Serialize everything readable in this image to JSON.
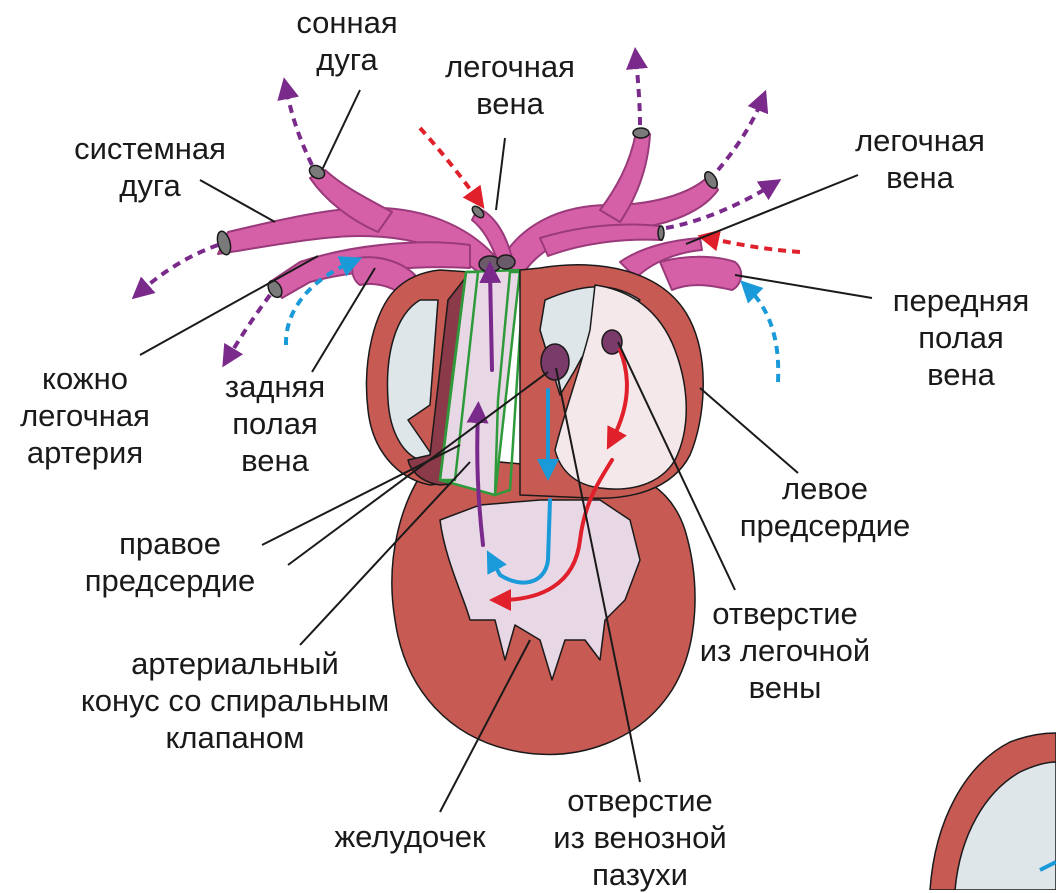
{
  "labels": {
    "carotid_arch": [
      "сонная",
      "дуга"
    ],
    "pulmonary_vein_top": [
      "легочная",
      "вена"
    ],
    "systemic_arch": [
      "системная",
      "дуга"
    ],
    "pulmonary_vein_right": [
      "легочная",
      "вена"
    ],
    "anterior_vena_cava": [
      "передняя",
      "полая",
      "вена"
    ],
    "pulmocutaneous_artery": [
      "кожно",
      "легочная",
      "артерия"
    ],
    "posterior_vena_cava": [
      "задняя",
      "полая",
      "вена"
    ],
    "left_atrium": [
      "левое",
      "предсердие"
    ],
    "right_atrium": [
      "правое",
      "предсердие"
    ],
    "pulmonary_vein_opening": [
      "отверстие",
      "из легочной",
      "вены"
    ],
    "conus_arteriosus": [
      "артериальный",
      "конус со спиральным",
      "клапаном"
    ],
    "sinus_venosus_opening": [
      "отверстие",
      "из венозной",
      "пазухи"
    ],
    "ventricle": [
      "желудочек"
    ]
  },
  "colors": {
    "outline": "#1a1a1a",
    "myocardium": "#c85a54",
    "inner_shade": "#8a3a48",
    "atrium_right_cavity": "#dfe6ea",
    "atrium_left_cavity": "#f5e8ea",
    "ventricle_cavity": "#e8d8e6",
    "vessel": "#d660a8",
    "vessel_edge": "#9a3a7a",
    "cut_end": "#7a7a7a",
    "spiral_valve": "#2e9a3a",
    "flow_mixed": "#7a2a8a",
    "flow_oxygenated": "#e0202a",
    "flow_deoxygenated": "#1a9ad8"
  }
}
